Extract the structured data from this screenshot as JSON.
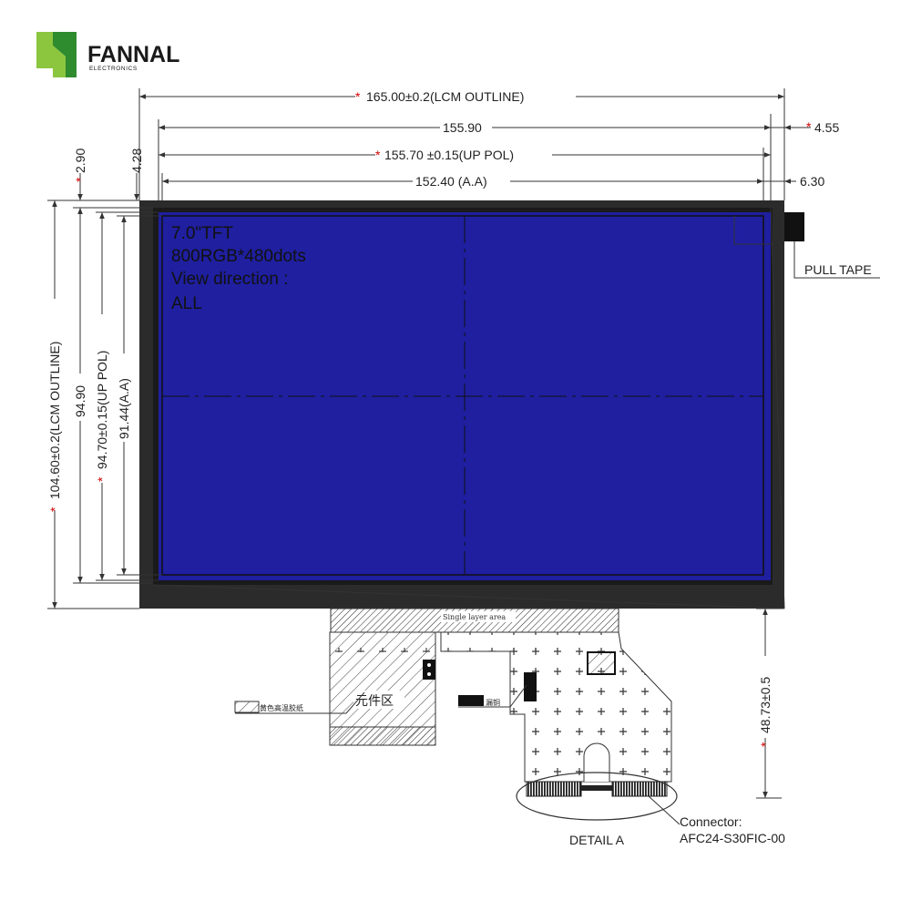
{
  "brand": {
    "name": "FANNAL",
    "subtitle": "ELECTRONICS",
    "colors": {
      "green_light": "#8cc63f",
      "green_dark": "#2e8b2e"
    }
  },
  "colors": {
    "active_area": "#1f1fa0",
    "bezel": "#2b2b2b",
    "required_mark": "#d00000"
  },
  "required_mark": "*",
  "dimensions": {
    "lcm_outline_width": "165.00±0.2(LCM OUTLINE)",
    "width_155_90": "155.90",
    "right_4_55": "4.55",
    "up_pol_width": "155.70 ±0.15(UP POL)",
    "active_area_width": "152.40 (A.A)",
    "right_6_30": "6.30",
    "top_2_90": "2.90",
    "top_4_28": "4.28",
    "lcm_outline_height": "104.60±0.2(LCM OUTLINE)",
    "height_94_90": "94.90",
    "up_pol_height": "94.70±0.15(UP POL)",
    "active_area_height": "91.44(A.A)",
    "fpc_length": "48.73±0.5"
  },
  "display_info": {
    "line1": "7.0\"TFT",
    "line2": "800RGB*480dots",
    "line3": "View direction :",
    "line4": "ALL"
  },
  "labels": {
    "pull_tape": "PULL TAPE",
    "single_layer_area": "Single layer area",
    "component_area": "元件区",
    "yellow_tape_legend": "黄色高温胶纸",
    "copper_legend": "漏铜",
    "detail_a": "DETAIL A",
    "connector_title": "Connector:",
    "connector_part": "AFC24-S30FIC-00"
  }
}
